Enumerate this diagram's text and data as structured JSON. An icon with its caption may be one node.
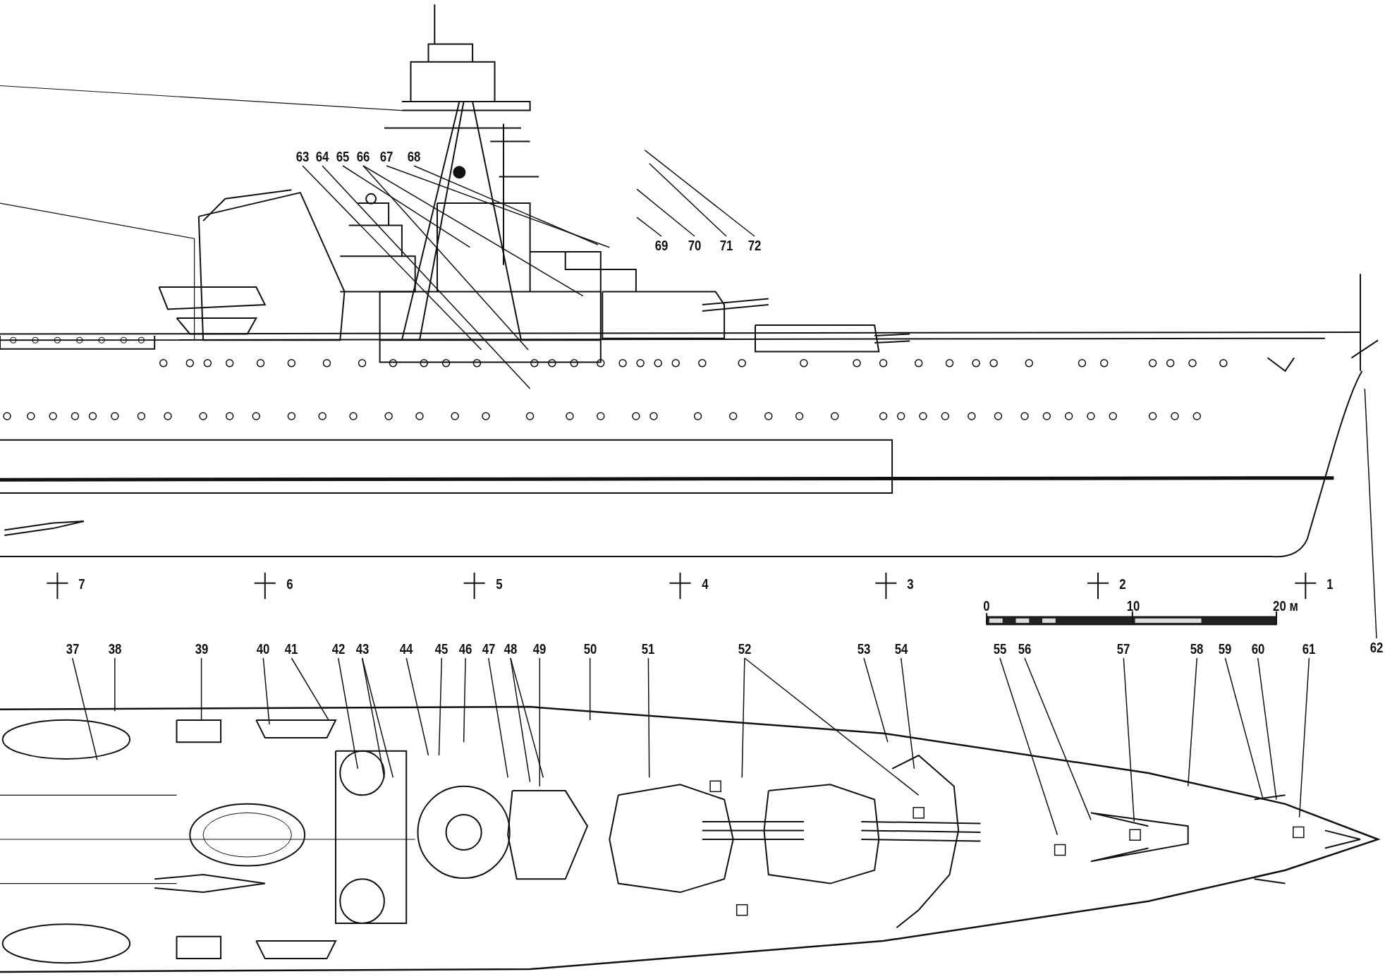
{
  "diagram": {
    "nodes": [
      {
        "text": [
          "63"
        ]
      },
      {
        "text": [
          "64"
        ]
      },
      {
        "text": [
          "65"
        ]
      },
      {
        "text": [
          "66"
        ]
      },
      {
        "text": [
          "67"
        ]
      },
      {
        "text": [
          "68"
        ]
      },
      {
        "text": [
          "69"
        ]
      },
      {
        "text": [
          "70"
        ]
      },
      {
        "text": [
          "71"
        ]
      },
      {
        "text": [
          "72"
        ]
      },
      {
        "text": [
          "37"
        ]
      },
      {
        "text": [
          "38"
        ]
      },
      {
        "text": [
          "39"
        ]
      },
      {
        "text": [
          "40"
        ]
      },
      {
        "text": [
          "41"
        ]
      },
      {
        "text": [
          "42"
        ]
      },
      {
        "text": [
          "43"
        ]
      },
      {
        "text": [
          "44"
        ]
      },
      {
        "text": [
          "45"
        ]
      },
      {
        "text": [
          "46"
        ]
      },
      {
        "text": [
          "47"
        ]
      },
      {
        "text": [
          "48"
        ]
      },
      {
        "text": [
          "49"
        ]
      },
      {
        "text": [
          "50"
        ]
      },
      {
        "text": [
          "51"
        ]
      },
      {
        "text": [
          "52"
        ]
      },
      {
        "text": [
          "53"
        ]
      },
      {
        "text": [
          "54"
        ]
      },
      {
        "text": [
          "55"
        ]
      },
      {
        "text": [
          "56"
        ]
      },
      {
        "text": [
          "57"
        ]
      },
      {
        "text": [
          "58"
        ]
      },
      {
        "text": [
          "59"
        ]
      },
      {
        "text": [
          "60"
        ]
      },
      {
        "text": [
          "61"
        ]
      },
      {
        "text": [
          "62"
        ]
      }
    ],
    "edges": [
      {
        "from": 0,
        "to": null,
        "arrow": "none"
      },
      {
        "from": 1,
        "to": null,
        "arrow": "none"
      },
      {
        "from": 2,
        "to": null,
        "arrow": "none"
      },
      {
        "from": 3,
        "to": null,
        "arrow": "none"
      },
      {
        "from": 3,
        "to": null,
        "arrow": "none"
      },
      {
        "from": 4,
        "to": null,
        "arrow": "none"
      },
      {
        "from": 5,
        "to": null,
        "arrow": "none"
      },
      {
        "from": 6,
        "to": null,
        "arrow": "none"
      },
      {
        "from": 7,
        "to": null,
        "arrow": "none"
      },
      {
        "from": 8,
        "to": null,
        "arrow": "none"
      },
      {
        "from": 9,
        "to": null,
        "arrow": "none"
      },
      {
        "from": 10,
        "to": null,
        "arrow": "none"
      },
      {
        "from": 11,
        "to": null,
        "arrow": "none"
      },
      {
        "from": 12,
        "to": null,
        "arrow": "none"
      },
      {
        "from": 13,
        "to": null,
        "arrow": "none"
      },
      {
        "from": 14,
        "to": null,
        "arrow": "none"
      },
      {
        "from": 15,
        "to": null,
        "arrow": "none"
      },
      {
        "from": 16,
        "to": null,
        "arrow": "none"
      },
      {
        "from": 16,
        "to": null,
        "arrow": "none"
      },
      {
        "from": 17,
        "to": null,
        "arrow": "none"
      },
      {
        "from": 18,
        "to": null,
        "arrow": "none"
      },
      {
        "from": 19,
        "to": null,
        "arrow": "none"
      },
      {
        "from": 20,
        "to": null,
        "arrow": "none"
      },
      {
        "from": 21,
        "to": null,
        "arrow": "none"
      },
      {
        "from": 21,
        "to": null,
        "arrow": "none"
      },
      {
        "from": 22,
        "to": null,
        "arrow": "none"
      },
      {
        "from": 23,
        "to": null,
        "arrow": "none"
      },
      {
        "from": 24,
        "to": null,
        "arrow": "none"
      },
      {
        "from": 25,
        "to": null,
        "arrow": "none"
      },
      {
        "from": 25,
        "to": null,
        "arrow": "none"
      },
      {
        "from": 26,
        "to": null,
        "arrow": "none"
      },
      {
        "from": 27,
        "to": null,
        "arrow": "none"
      },
      {
        "from": 28,
        "to": null,
        "arrow": "none"
      },
      {
        "from": 29,
        "to": null,
        "arrow": "none"
      },
      {
        "from": 30,
        "to": null,
        "arrow": "none"
      },
      {
        "from": 31,
        "to": null,
        "arrow": "none"
      },
      {
        "from": 32,
        "to": null,
        "arrow": "none"
      },
      {
        "from": 33,
        "to": null,
        "arrow": "none"
      },
      {
        "from": 34,
        "to": null,
        "arrow": "none"
      },
      {
        "from": 35,
        "to": null,
        "arrow": "none"
      }
    ],
    "labels": [
      "7",
      "6",
      "5",
      "4",
      "3",
      "2",
      "1",
      "0",
      "10",
      "20 м"
    ]
  }
}
